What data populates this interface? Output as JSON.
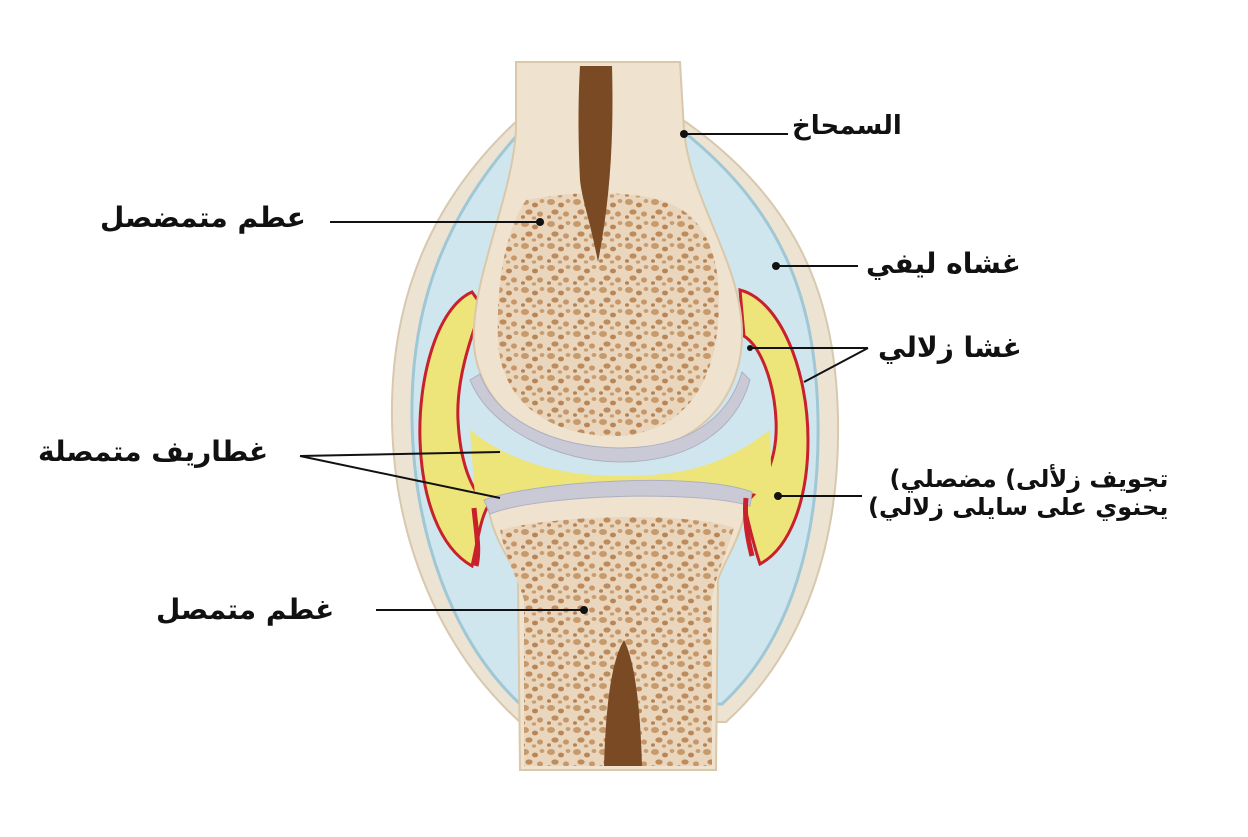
{
  "labels": {
    "periosteum": "السمحاخ",
    "compact_bone": "عطم متمضصل",
    "fibrous_membrane": "غشاه ليفي",
    "synovial_membrane": "غشا زلالي",
    "articular_cartilage": "غطاريف متمصلة",
    "joint_cavity_line1": "تجويف زلألى) مضصلي)",
    "joint_cavity_line2": "يحنوي على سايلى زلالي)",
    "spongy_bone": "غطم متمصل"
  },
  "colors": {
    "bone_outer": "#efe3cf",
    "bone_spongy": "#d7b48e",
    "marrow": "#7a4a24",
    "capsule": "#cfe6ee",
    "capsule_edge": "#9fc7d6",
    "synovial_fluid": "#ede47a",
    "synovial_edge": "#c8202c",
    "cartilage": "#c9cad6",
    "leader": "#111111"
  }
}
